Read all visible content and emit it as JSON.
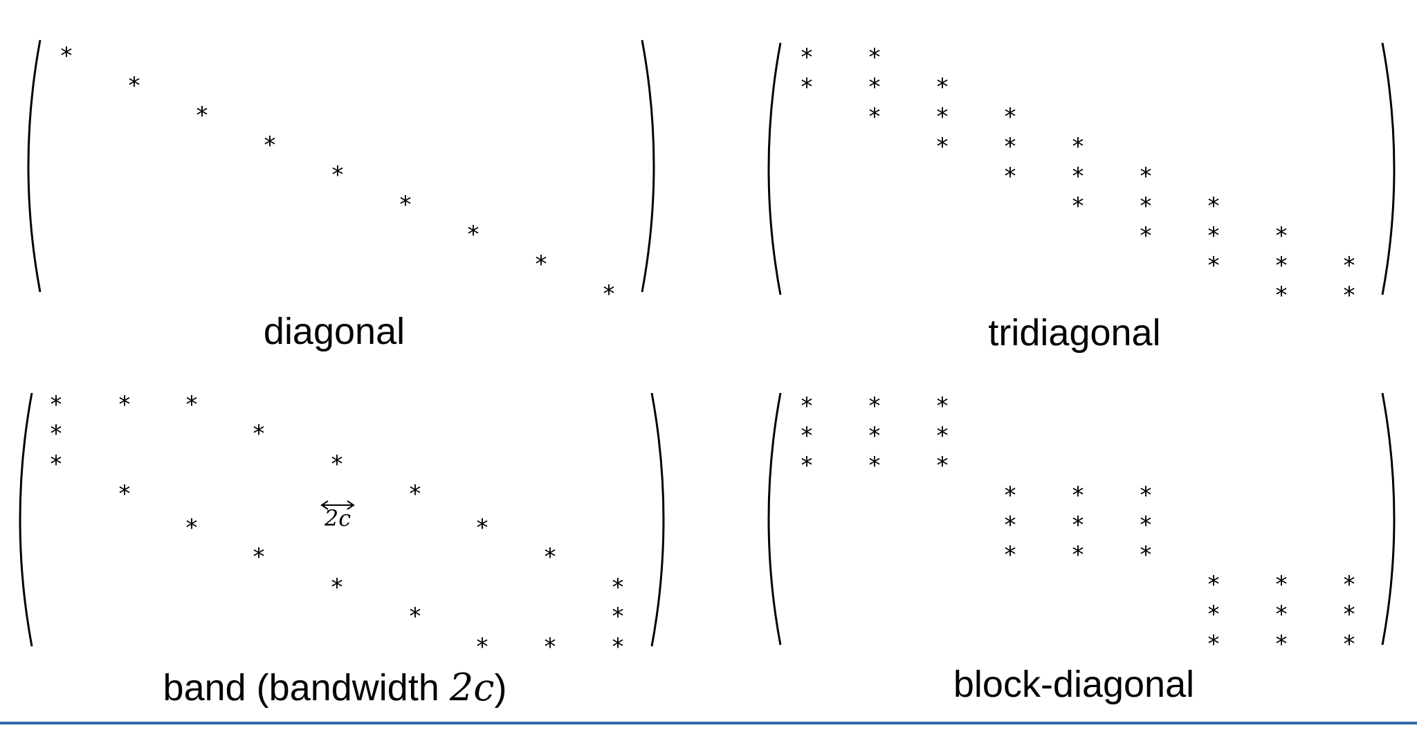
{
  "entry_symbol": "*",
  "matrices": [
    {
      "caption": "diagonal",
      "size": 9,
      "entries": [
        [
          0,
          0
        ],
        [
          1,
          1
        ],
        [
          2,
          2
        ],
        [
          3,
          3
        ],
        [
          4,
          4
        ],
        [
          5,
          5
        ],
        [
          6,
          6
        ],
        [
          7,
          7
        ],
        [
          8,
          8
        ]
      ]
    },
    {
      "caption": "tridiagonal",
      "size": 9,
      "entries": [
        [
          0,
          0
        ],
        [
          0,
          1
        ],
        [
          1,
          0
        ],
        [
          1,
          1
        ],
        [
          1,
          2
        ],
        [
          2,
          1
        ],
        [
          2,
          2
        ],
        [
          2,
          3
        ],
        [
          3,
          2
        ],
        [
          3,
          3
        ],
        [
          3,
          4
        ],
        [
          4,
          3
        ],
        [
          4,
          4
        ],
        [
          4,
          5
        ],
        [
          5,
          4
        ],
        [
          5,
          5
        ],
        [
          5,
          6
        ],
        [
          6,
          5
        ],
        [
          6,
          6
        ],
        [
          6,
          7
        ],
        [
          7,
          6
        ],
        [
          7,
          7
        ],
        [
          7,
          8
        ],
        [
          8,
          7
        ],
        [
          8,
          8
        ]
      ]
    },
    {
      "caption": "band (bandwidth ",
      "caption_math": "2c",
      "caption_suffix": ")",
      "size": 9,
      "annotation": "2c",
      "entries": [
        [
          0,
          0
        ],
        [
          0,
          1
        ],
        [
          0,
          2
        ],
        [
          1,
          0
        ],
        [
          1,
          3
        ],
        [
          2,
          0
        ],
        [
          2,
          4
        ],
        [
          3,
          1
        ],
        [
          3,
          5
        ],
        [
          4,
          2
        ],
        [
          4,
          6
        ],
        [
          5,
          3
        ],
        [
          5,
          7
        ],
        [
          6,
          4
        ],
        [
          6,
          8
        ],
        [
          7,
          5
        ],
        [
          7,
          8
        ],
        [
          8,
          6
        ],
        [
          8,
          7
        ],
        [
          8,
          8
        ]
      ]
    },
    {
      "caption": "block-diagonal",
      "size": 9,
      "entries": [
        [
          0,
          0
        ],
        [
          0,
          1
        ],
        [
          0,
          2
        ],
        [
          1,
          0
        ],
        [
          1,
          1
        ],
        [
          1,
          2
        ],
        [
          2,
          0
        ],
        [
          2,
          1
        ],
        [
          2,
          2
        ],
        [
          3,
          3
        ],
        [
          3,
          4
        ],
        [
          3,
          5
        ],
        [
          4,
          3
        ],
        [
          4,
          4
        ],
        [
          4,
          5
        ],
        [
          5,
          3
        ],
        [
          5,
          4
        ],
        [
          5,
          5
        ],
        [
          6,
          6
        ],
        [
          6,
          7
        ],
        [
          6,
          8
        ],
        [
          7,
          6
        ],
        [
          7,
          7
        ],
        [
          7,
          8
        ],
        [
          8,
          6
        ],
        [
          8,
          7
        ],
        [
          8,
          8
        ]
      ]
    }
  ]
}
